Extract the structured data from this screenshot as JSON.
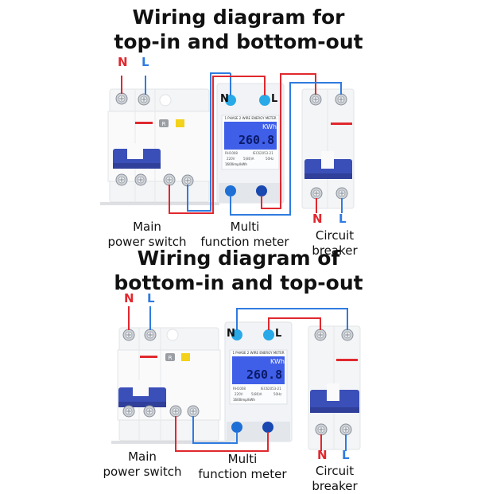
{
  "diagrams": [
    {
      "title_line1": "Wiring diagram for",
      "title_line2": "top-in and bottom-out",
      "input_labels": {
        "n": "N",
        "l": "L"
      },
      "output_labels": {
        "n": "N",
        "l": "L"
      },
      "switch_label": [
        "Main",
        "power switch"
      ],
      "meter_label": [
        "Multi",
        "function meter"
      ],
      "breaker_label": "Circuit breaker"
    },
    {
      "title_line1": "Wiring diagram of",
      "title_line2": "bottom-in and top-out",
      "input_labels": {
        "n": "N",
        "l": "L"
      },
      "output_labels": {
        "n": "N",
        "l": "L"
      },
      "switch_label": [
        "Main",
        "power switch"
      ],
      "meter_label": [
        "Multi",
        "function meter"
      ],
      "breaker_label": "Circuit breaker"
    }
  ],
  "meter": {
    "header": "1 PHASE 2 WIRE ENERGY METER",
    "unit": "KWh",
    "reading": "260.8",
    "model": "RH1008",
    "standard": "IEC62053-21",
    "voltage": "220V",
    "current": "5(80)A",
    "frequency": "50Hz",
    "imp": "1600imp/kWh",
    "terminal_n": "N",
    "terminal_l": "L"
  },
  "switch": {
    "reset_label": "R"
  },
  "colors": {
    "neutral": "#e0282e",
    "live": "#2f7be0",
    "handle": "#3b4fb8",
    "lcd": "#3f5fe8",
    "terminal": "#29a9e8"
  }
}
